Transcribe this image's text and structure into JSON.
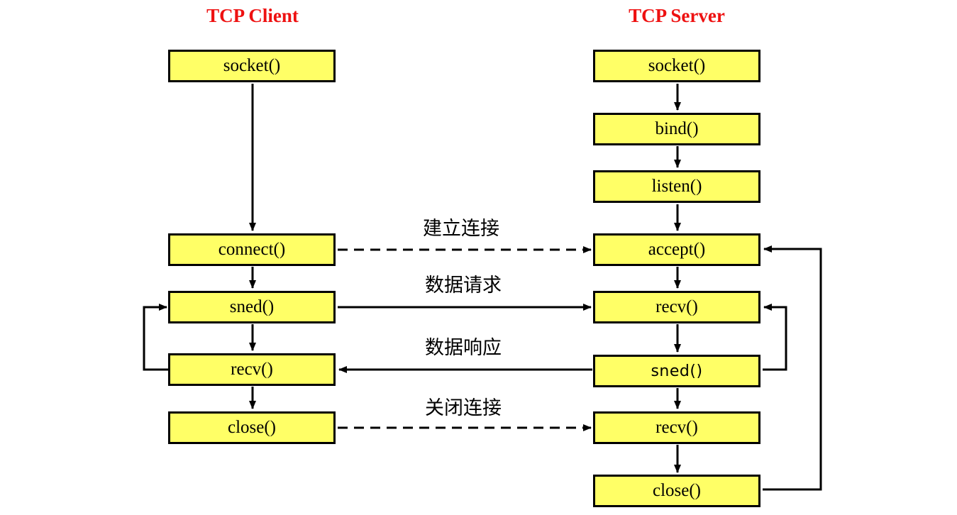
{
  "titles": {
    "client": "TCP Client",
    "server": "TCP Server"
  },
  "client": {
    "socket": "socket()",
    "connect": "connect()",
    "send": "sned()",
    "recv": "recv()",
    "close": "close()"
  },
  "server": {
    "socket": "socket()",
    "bind": "bind()",
    "listen": "listen()",
    "accept": "accept()",
    "recv": "recv()",
    "send": "sned()",
    "recv2": "recv()",
    "close": "close()"
  },
  "messages": {
    "connect": "建立连接",
    "request": "数据请求",
    "response": "数据响应",
    "close": "关闭连接"
  },
  "colors": {
    "box_fill": "#ffff66",
    "title": "#ee1111",
    "stroke": "#000000"
  }
}
